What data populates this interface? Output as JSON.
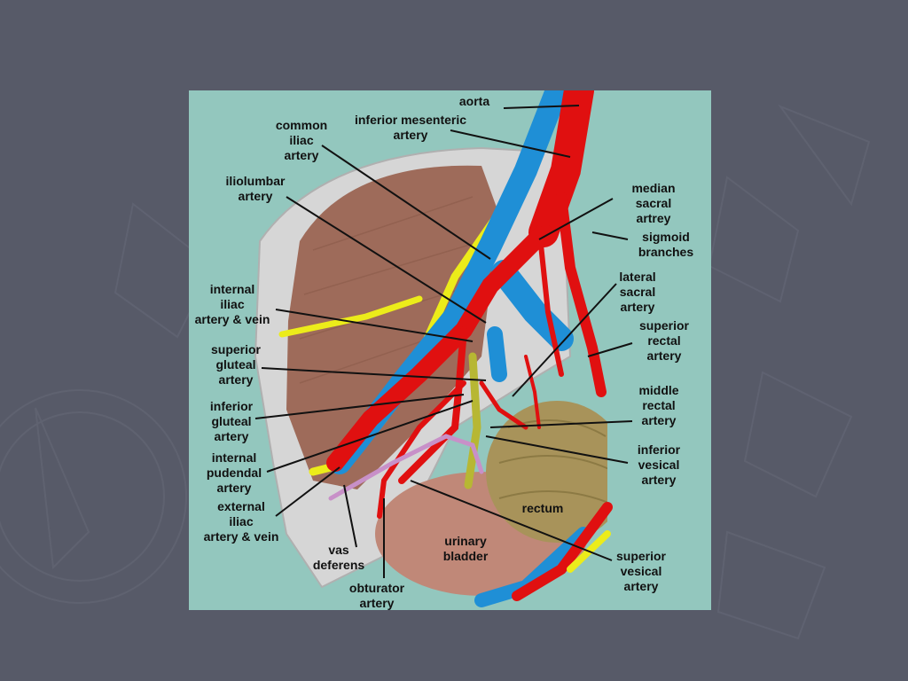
{
  "diagram": {
    "labels": {
      "aorta": "aorta",
      "inferior_mesenteric_artery": "inferior mesenteric\nartery",
      "common_iliac_artery": "common\niliac\nartery",
      "iliolumbar_artery": "iliolumbar\nartery",
      "median_sacral_artery": "median\nsacral\nartrey",
      "sigmoid_branches": "sigmoid\nbranches",
      "lateral_sacral_artery": "lateral\nsacral\nartery",
      "internal_iliac_artery_vein": "internal\niliac\nartery & vein",
      "superior_rectal_artery": "superior\nrectal\nartery",
      "superior_gluteal_artery": "superior\ngluteal\nartery",
      "middle_rectal_artery": "middle\nrectal\nartery",
      "inferior_gluteal_artery": "inferior\ngluteal\nartery",
      "inferior_vesical_artery": "inferior\nvesical\nartery",
      "internal_pudendal_artery": "internal\npudendal\nartery",
      "external_iliac_artery_vein": "external\niliac\nartery & vein",
      "rectum": "rectum",
      "vas_deferens": "vas\ndeferens",
      "urinary_bladder": "urinary\nbladder",
      "superior_vesical_artery": "superior\nvesical\nartery",
      "obturator_artery": "obturator\nartery"
    },
    "colors": {
      "slide_background": "#575a68",
      "figure_background": "#93c7be",
      "artery": "#e01010",
      "vein": "#1f8fd6",
      "nerve": "#ecec1a",
      "muscle": "#9e6b5a",
      "rectum": "#a8935a",
      "bladder": "#c08878",
      "vas_deferens": "#c890c8",
      "bone": "#d6d6d6"
    }
  }
}
